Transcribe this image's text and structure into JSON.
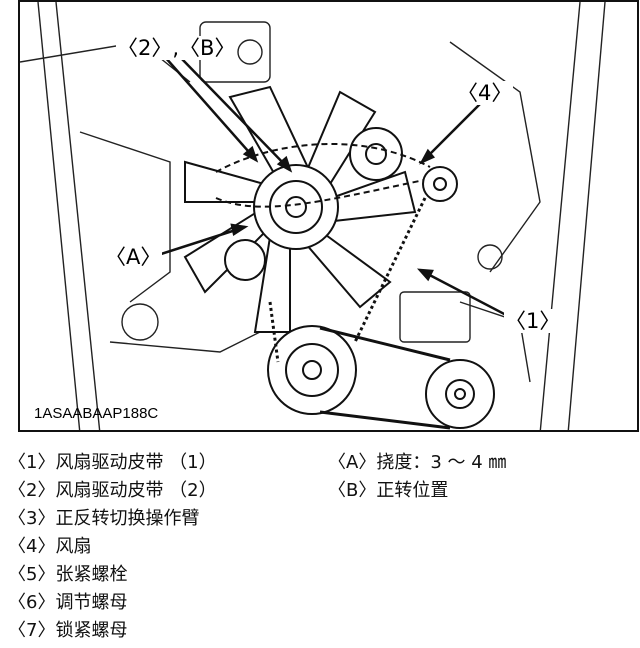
{
  "figure": {
    "code": "1ASAABAAP188C",
    "callouts": [
      {
        "key": "c2b",
        "text": "〈2〉,〈B〉"
      },
      {
        "key": "c4",
        "text": "〈4〉"
      },
      {
        "key": "cA",
        "text": "〈A〉"
      },
      {
        "key": "c1",
        "text": "〈1〉"
      }
    ]
  },
  "legend": {
    "left": [
      "〈1〉风扇驱动皮带 （1）",
      "〈2〉风扇驱动皮带 （2）",
      "〈3〉正反转切换操作臂",
      "〈4〉风扇",
      "〈5〉张紧螺栓",
      "〈6〉调节螺母",
      "〈7〉锁紧螺母"
    ],
    "right": [
      "〈A〉挠度：3 ～ 4 ㎜",
      "〈B〉正转位置"
    ]
  }
}
